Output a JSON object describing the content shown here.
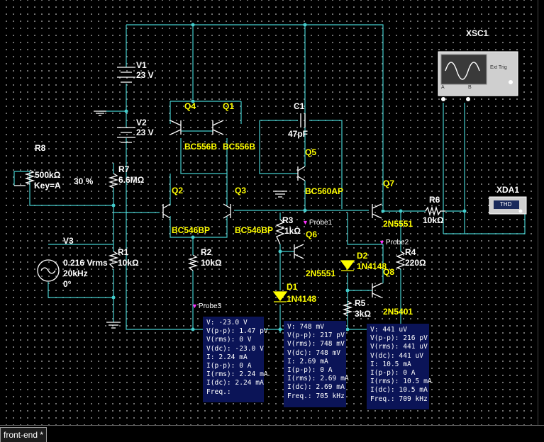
{
  "components": {
    "xsc1": "XSC1",
    "xsc1_ext_trig": "Ext Trig",
    "xsc1_a": "A",
    "xsc1_b": "B",
    "xda1": "XDA1",
    "xda1_thd": "THD",
    "v1_name": "V1",
    "v1_value": "23 V",
    "v2_name": "V2",
    "v2_value": "23 V",
    "v3_name": "V3",
    "v3_value1": "0.216 Vrms",
    "v3_value2": "20kHz",
    "v3_value3": "0°",
    "r8_name": "R8",
    "r8_value": "500kΩ",
    "r8_key": "Key=A",
    "r8_pct": "30 %",
    "r7_name": "R7",
    "r7_value": "6.6MΩ",
    "r1_name": "R1",
    "r1_value": "10kΩ",
    "r2_name": "R2",
    "r2_value": "10kΩ",
    "r3_name": "R3",
    "r3_value": "1kΩ",
    "r4_name": "R4",
    "r4_value": "220Ω",
    "r5_name": "R5",
    "r5_value": "3kΩ",
    "r6_name": "R6",
    "r6_value": "10kΩ",
    "c1_name": "C1",
    "c1_value": "47pF",
    "q1_name": "Q1",
    "q1_part": "BC556B",
    "q4_name": "Q4",
    "q4_part": "BC556B",
    "q2_name": "Q2",
    "q2_part": "BC546BP",
    "q3_name": "Q3",
    "q3_part": "BC546BP",
    "q5_name": "Q5",
    "q5_part": "BC560AP",
    "q6_name": "Q6",
    "q6_part": "2N5551",
    "q7_name": "Q7",
    "q7_part": "2N5551",
    "q8_name": "Q8",
    "q8_part": "2N5401",
    "d1_name": "D1",
    "d1_part": "1N4148",
    "d2_name": "D2",
    "d2_part": "1N4148"
  },
  "probes": {
    "probe1": "Probe1",
    "probe2": "Probe2",
    "probe3": "Probe3"
  },
  "readouts": {
    "probe3": [
      "V: -23.0 V",
      "V(p-p): 1.47 pV",
      "V(rms): 0 V",
      "V(dc): -23.0 V",
      "I: 2.24 mA",
      "I(p-p): 0 A",
      "I(rms): 2.24 mA",
      "I(dc): 2.24 mA",
      "Freq.:"
    ],
    "probe1": [
      "V: 748 mV",
      "V(p-p): 217 pV",
      "V(rms): 748 mV",
      "V(dc): 748 mV",
      "I: 2.69 mA",
      "I(p-p): 0 A",
      "I(rms): 2.69 mA",
      "I(dc): 2.69 mA",
      "Freq.: 705 kHz"
    ],
    "probe2": [
      "V: 441 uV",
      "V(p-p): 216 pV",
      "V(rms): 441 uV",
      "V(dc): 441 uV",
      "I: 10.5 mA",
      "I(p-p): 0 A",
      "I(rms): 10.5 mA",
      "I(dc): 10.5 mA",
      "Freq.: 709 kHz"
    ]
  },
  "tab": {
    "label": "front-end *"
  },
  "colors": {
    "wire": "#44cccc",
    "label": "#ffff00",
    "probe": "#ff33ff",
    "readout_bg": "#0b1457"
  }
}
